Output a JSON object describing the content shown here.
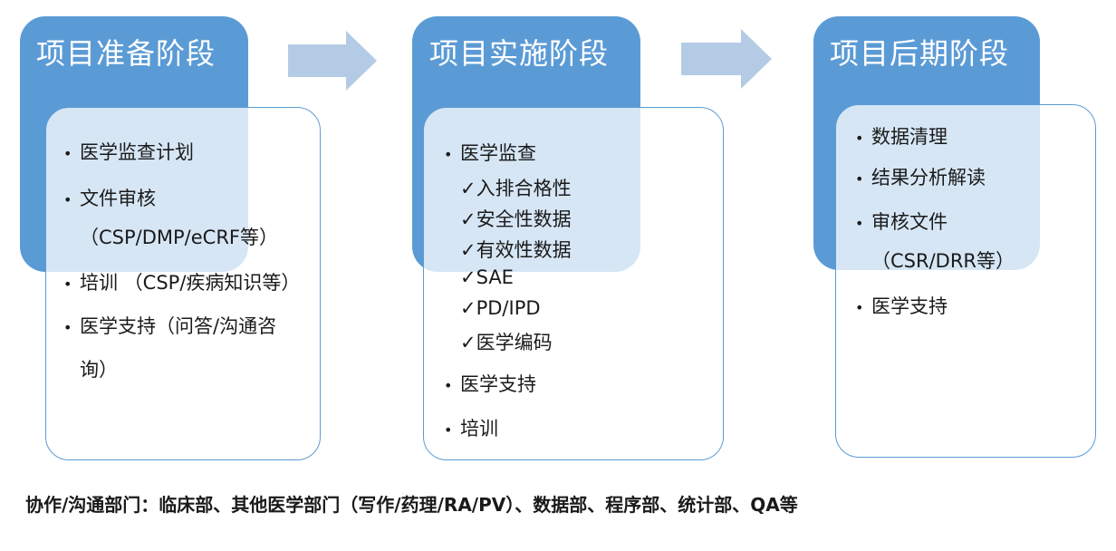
{
  "stage1": {
    "title": "项目准备阶段",
    "items": [
      "医学监查计划",
      "文件审核",
      "（CSP/DMP/eCRF等）",
      "培训 （CSP/疾病知识等）",
      "医学支持（问答/沟通咨",
      "询）"
    ]
  },
  "stage2": {
    "title": "项目实施阶段",
    "items": [
      "医学监查",
      "✓入排合格性",
      "✓安全性数据",
      "✓有效性数据",
      "✓SAE",
      "✓PD/IPD",
      "✓医学编码",
      "医学支持",
      "培训"
    ]
  },
  "stage3": {
    "title": "项目后期阶段",
    "items": [
      "数据清理",
      "结果分析解读",
      "审核文件",
      "（CSR/DRR等）",
      "医学支持"
    ]
  },
  "footer": "协作/沟通部门：临床部、其他医学部门（写作/药理/RA/PV）、数据部、程序部、统计部、QA等",
  "colors": {
    "header": "#5b9bd5",
    "arrow": "#b4cbe5",
    "border": "#5b9bd5"
  }
}
